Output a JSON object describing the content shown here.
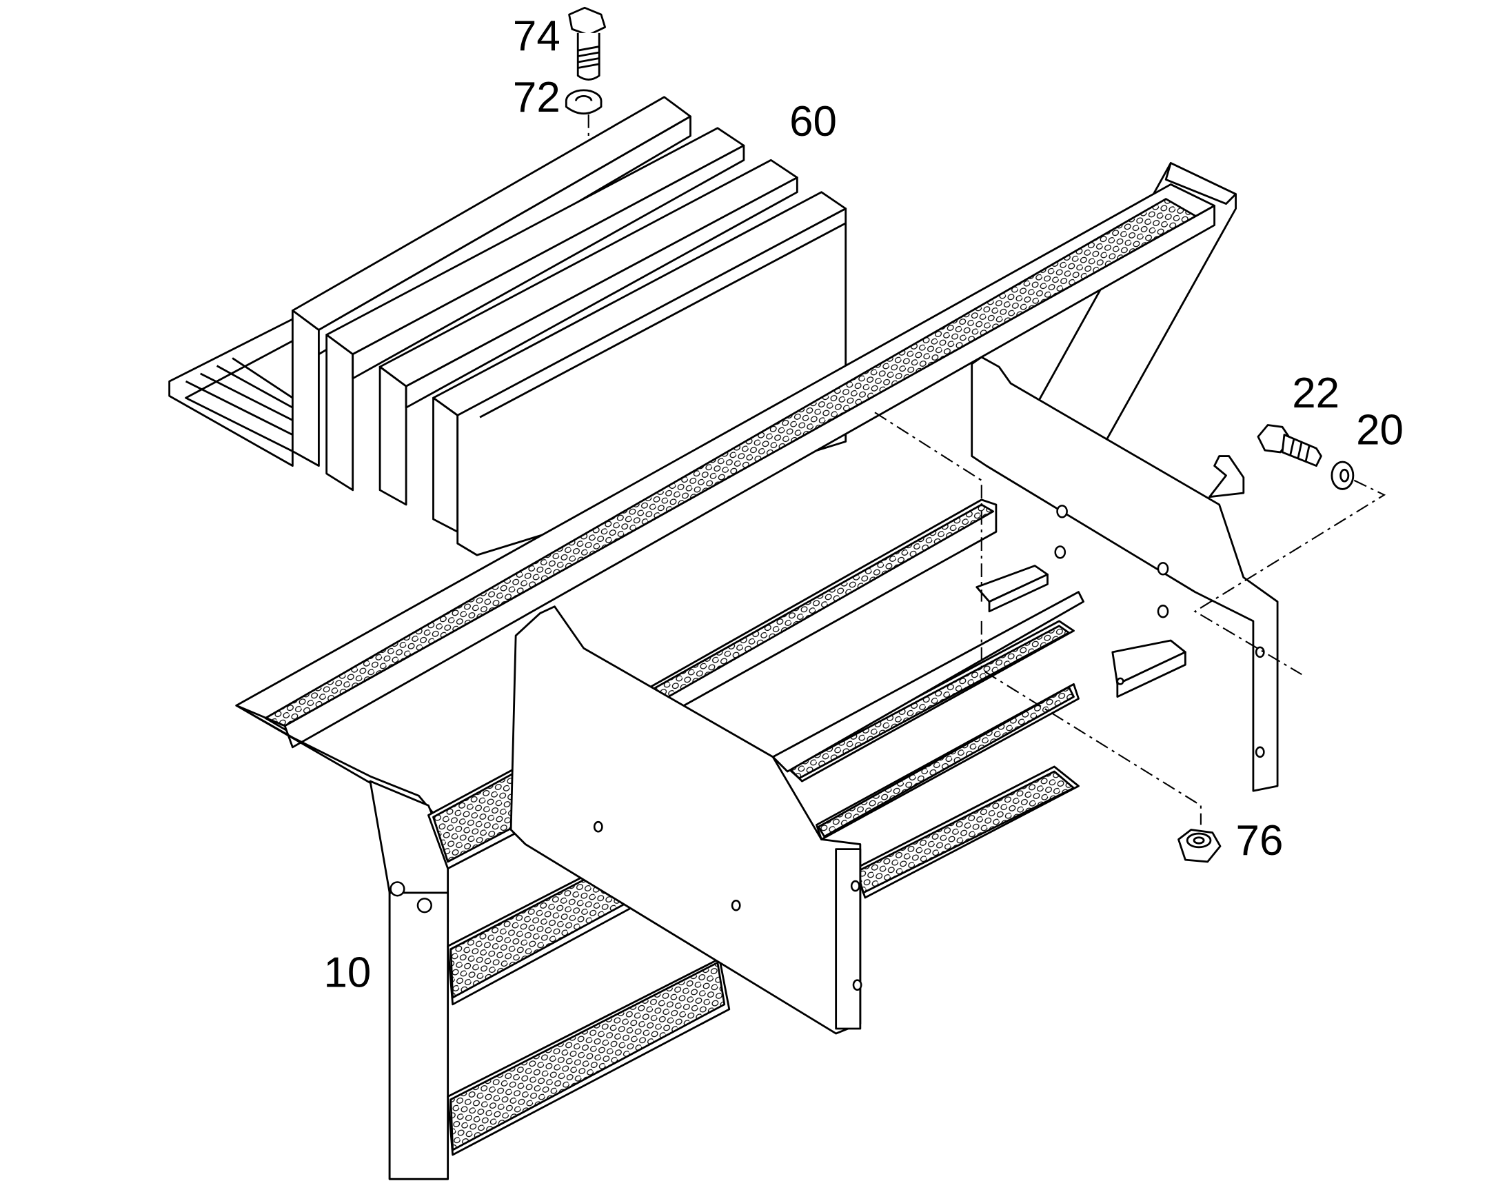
{
  "diagram": {
    "callouts": [
      {
        "id": "74",
        "text": "74"
      },
      {
        "id": "72",
        "text": "72"
      },
      {
        "id": "60",
        "text": "60"
      },
      {
        "id": "22",
        "text": "22"
      },
      {
        "id": "20",
        "text": "20"
      },
      {
        "id": "76",
        "text": "76"
      },
      {
        "id": "10",
        "text": "10"
      }
    ],
    "colors": {
      "ink": "#000000",
      "paper": "#ffffff"
    }
  }
}
